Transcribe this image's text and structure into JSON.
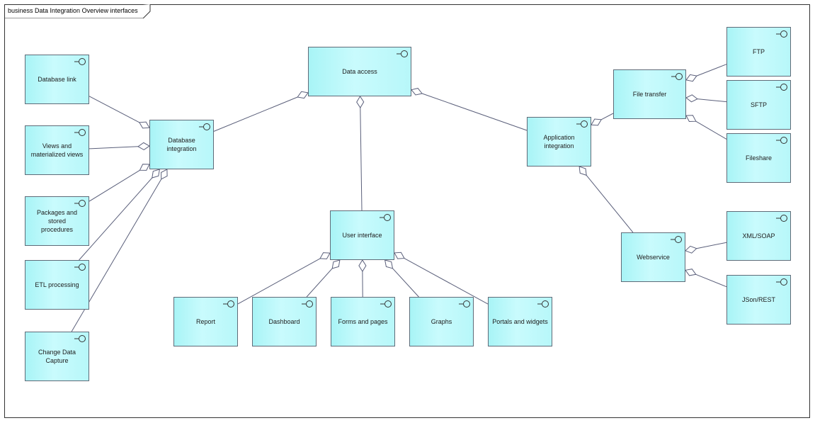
{
  "diagram": {
    "title": "business Data Integration Overview interfaces",
    "colors": {
      "node_fill": "#b7f7f9",
      "node_border": "#5f6b78",
      "line": "#5a5f7a"
    },
    "nodes": {
      "data_access": "Data access",
      "database_link": "Database link",
      "views": "Views and\nmaterialized views",
      "packages": "Packages and stored\nprocedures",
      "etl": "ETL processing",
      "cdc": "Change Data Capture",
      "database_integration": "Database integration",
      "user_interface": "User interface",
      "report": "Report",
      "dashboard": "Dashboard",
      "forms": "Forms and pages",
      "graphs": "Graphs",
      "portals": "Portals and widgets",
      "application_integration": "Application\nintegration",
      "file_transfer": "File transfer",
      "ftp": "FTP",
      "sftp": "SFTP",
      "fileshare": "Fileshare",
      "webservice": "Webservice",
      "xml_soap": "XML/SOAP",
      "json_rest": "JSon/REST"
    },
    "icon": "interface-circle-icon",
    "connections": [
      {
        "from": "database_link",
        "to": "database_integration"
      },
      {
        "from": "views",
        "to": "database_integration"
      },
      {
        "from": "packages",
        "to": "database_integration"
      },
      {
        "from": "etl",
        "to": "database_integration"
      },
      {
        "from": "cdc",
        "to": "database_integration"
      },
      {
        "from": "database_integration",
        "to": "data_access"
      },
      {
        "from": "user_interface",
        "to": "data_access"
      },
      {
        "from": "application_integration",
        "to": "data_access"
      },
      {
        "from": "report",
        "to": "user_interface"
      },
      {
        "from": "dashboard",
        "to": "user_interface"
      },
      {
        "from": "forms",
        "to": "user_interface"
      },
      {
        "from": "graphs",
        "to": "user_interface"
      },
      {
        "from": "portals",
        "to": "user_interface"
      },
      {
        "from": "file_transfer",
        "to": "application_integration"
      },
      {
        "from": "webservice",
        "to": "application_integration"
      },
      {
        "from": "ftp",
        "to": "file_transfer"
      },
      {
        "from": "sftp",
        "to": "file_transfer"
      },
      {
        "from": "fileshare",
        "to": "file_transfer"
      },
      {
        "from": "xml_soap",
        "to": "webservice"
      },
      {
        "from": "json_rest",
        "to": "webservice"
      }
    ]
  }
}
